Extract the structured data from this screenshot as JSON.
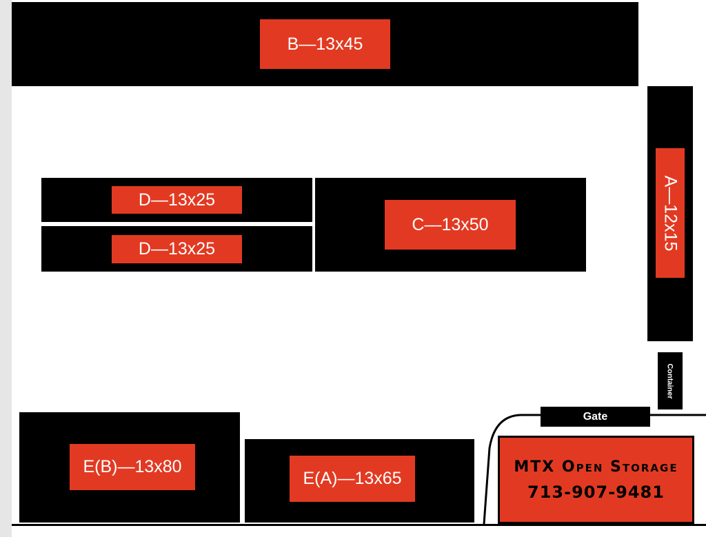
{
  "lots": {
    "b": "B—13x45",
    "a": "A—12x15",
    "d_top": "D—13x25",
    "d_bottom": "D—13x25",
    "c": "C—13x50",
    "eb": "E(B)—13x80",
    "ea": "E(A)—13x65"
  },
  "container": "Container",
  "gate": "Gate",
  "office": {
    "name": "MTX Open Storage",
    "phone": "713-907-9481"
  },
  "colors": {
    "lot": "#000000",
    "label": "#e23a22",
    "background": "#ffffff"
  }
}
